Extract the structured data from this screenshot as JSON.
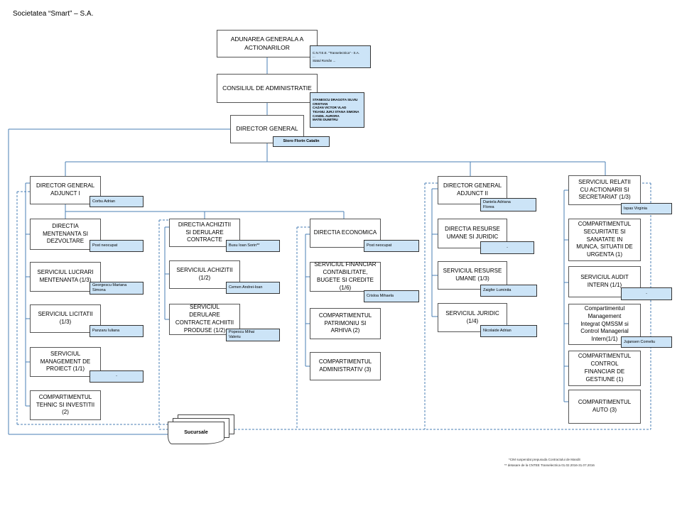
{
  "title": "Societatea “Smart” – S.A.",
  "top": {
    "aga": "ADUNAREA GENERALA  A\nACTIONARILOR",
    "aga_note": "C.N.T.E.E. \"Transelectrica\" - S.A.\n...\nStatul Român ...",
    "ca": "CONSILIUL DE ADMINISTRATIE",
    "ca_members": "STANESCU DRAGOTA    SILVIU\nCRISTIAN\nCAZAN  VICTOR  VLAD\nTIGANU  JURJ STANA  SIMONA\nCANDIL  AURORA\nMATEI  DUMITRU",
    "dg": "DIRECTOR GENERAL",
    "dg_name": "Storo Florin Catalin"
  },
  "left": {
    "dga1": "DIRECTOR GENERAL\nADJUNCT I",
    "dga1_name": "Corbu Adrian",
    "dmd": "DIRECTIA\nMENTENANTA  SI\nDEZVOLTARE",
    "dmd_name": "Post neocupat",
    "slm": "SERVICIUL  LUCRARI\nMENTENANTA  (1/3)",
    "slm_name": "Georgescu Mariana\nSimona",
    "sl": "SERVICIUL  LICITATII\n(1/3)",
    "sl_name": "Panzaru Iuliana",
    "smp": "SERVICIUL\nMANAGEMENT  DE\nPROIECT  (1/1)",
    "smp_name": "-",
    "cti": "COMPARTIMENTUL\nTEHNIC  SI INVESTITII\n(2)"
  },
  "mid": {
    "dac": "DIRECTIA  ACHIZITII\nSI DERULARE\nCONTRACTE",
    "dac_name": "Busu Ioan Sorin**",
    "sa": "SERVICIUL  ACHIZITII\n(1/2)",
    "sa_name": "Cemen Andrei-Ioan",
    "sdc": "SERVICIUL\nDERULARE\nCONTRACTE  ACHIITII\nPRODUSE  (1/2)",
    "sdc_name": "Popescu Mihai\nValeriu"
  },
  "econ": {
    "de": "DIRECTIA ECONOMICA",
    "de_name": "Post neocupat",
    "sfc": "SERVICIUL  FINANCIAR\nCONTABILITATE,\nBUGETE  SI CREDITE  (1/6)",
    "sfc_name": "Crisloa Mihaela",
    "cpa": "COMPARTIMENTUL\nPATRIMONIU  SI\nARHIVA  (2)",
    "cad": "COMPARTIMENTUL\nADMINISTRATIV  (3)"
  },
  "right": {
    "dga2": "DIRECTOR GENERAL\nADJUNCT II",
    "dga2_name": "Daniela Adriana\nFlorea",
    "drj": "DIRECTIA  RESURSE\nUMANE SI JURIDIC",
    "drj_name": "-",
    "sru": "SERVICIUL  RESURSE\nUMANE  (1/3)",
    "sru_name": "Zaigfer Luminita",
    "sj": "SERVICIUL  JURIDIC\n(1/4)",
    "sj_name": "Nicolaide Adrian"
  },
  "far": {
    "srel": "SERVICIUL  RELATII\nCU ACTIONARII  SI\nSECRETARIAT  (1/3)",
    "srel_name": "Ispas Virginia",
    "csec": "COMPARTIMENTUL\nSECURITATE SI\nSANATATE IN\nMUNCA, SITUATII DE\nURGENTA  (1)",
    "said": "SERVICIUL  AUDIT\nINTERN  (1/1)",
    "said_name": "-",
    "cmi": "Compartimentul\nManagement\nIntegrat  QMSSM  si\nControl  Managerial\nIntern(1/1)",
    "cmi_name": "Jujansen Corneliu",
    "ccf": "COMPARTIMENTUL\nCONTROL\nFINANCIAR  DE\nGESTIUNE  (1)",
    "cauto": "COMPARTIMENTUL\nAUTO  (3)"
  },
  "sucursale": "Sucursale",
  "footnotes": {
    "line1": "*CIM suspendat prepusuda Contractului de Mandit",
    "line2": "**  detasare  de la CNTEE  Transelectrica   01.02.2016-31.07.2016"
  },
  "colors": {
    "line": "#4a7fb5",
    "name_fill": "#cce4f7"
  }
}
